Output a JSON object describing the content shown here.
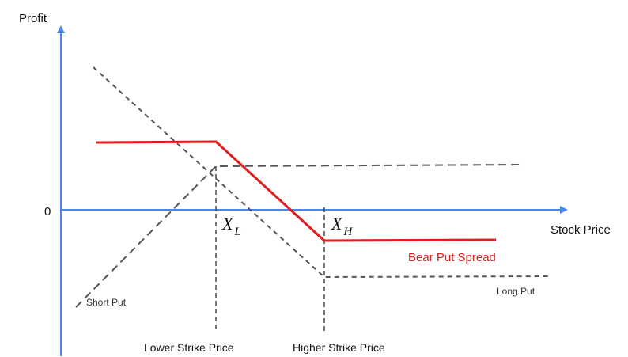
{
  "axes": {
    "y_label": "Profit",
    "x_label": "Stock Price",
    "origin_label": "0",
    "axis_color": "#4a86e8"
  },
  "strikes": {
    "lower": {
      "symbol": "X",
      "subscript": "L",
      "caption": "Lower Strike Price"
    },
    "higher": {
      "symbol": "X",
      "subscript": "H",
      "caption": "Higher Strike Price"
    }
  },
  "curves": {
    "bear_put_spread": {
      "label": "Bear Put Spread",
      "color": "#e11d1d"
    },
    "short_put": {
      "label": "Short Put",
      "color": "#555555"
    },
    "long_put": {
      "label": "Long Put",
      "color": "#555555"
    }
  }
}
